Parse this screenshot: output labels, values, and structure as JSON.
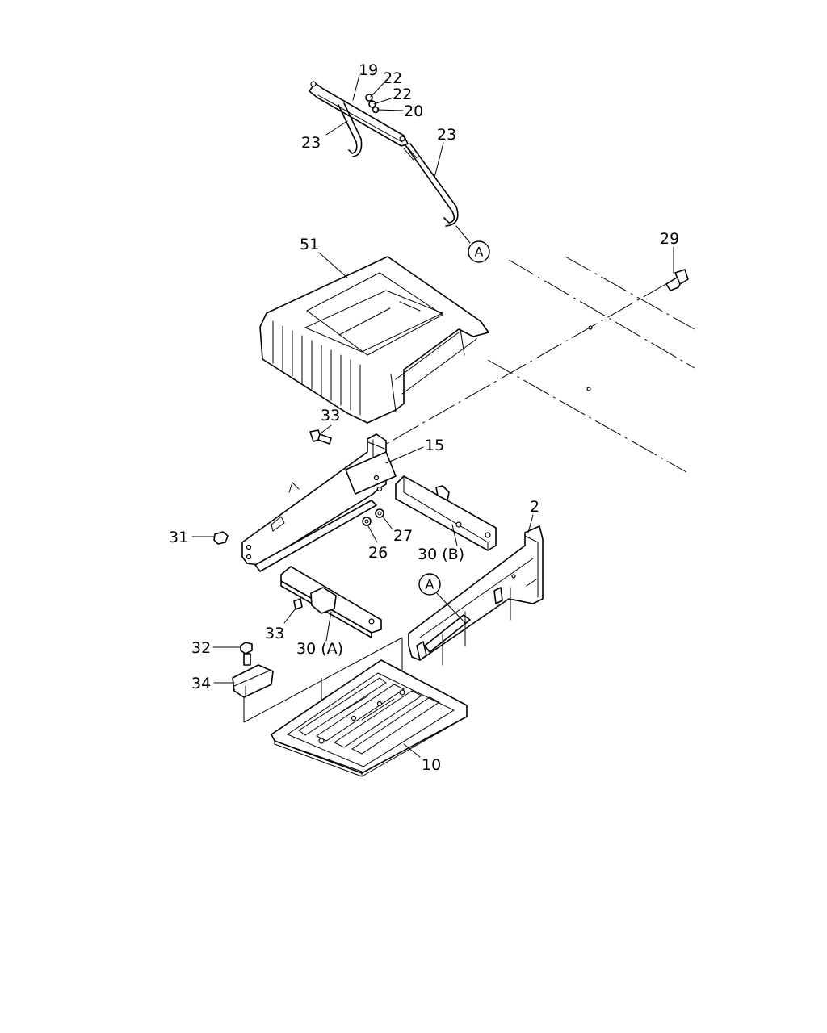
{
  "callouts": {
    "c19": "19",
    "c22a": "22",
    "c22b": "22",
    "c20": "20",
    "c23a": "23",
    "c23b": "23",
    "c51": "51",
    "c29": "29",
    "c33a": "33",
    "c15": "15",
    "c2": "2",
    "c31": "31",
    "c27": "27",
    "c26": "26",
    "c30b": "30 (B)",
    "c33b": "33",
    "c30a": "30 (A)",
    "c32": "32",
    "c34": "34",
    "c10": "10"
  },
  "refs": {
    "top": "A",
    "bottom": "A"
  }
}
